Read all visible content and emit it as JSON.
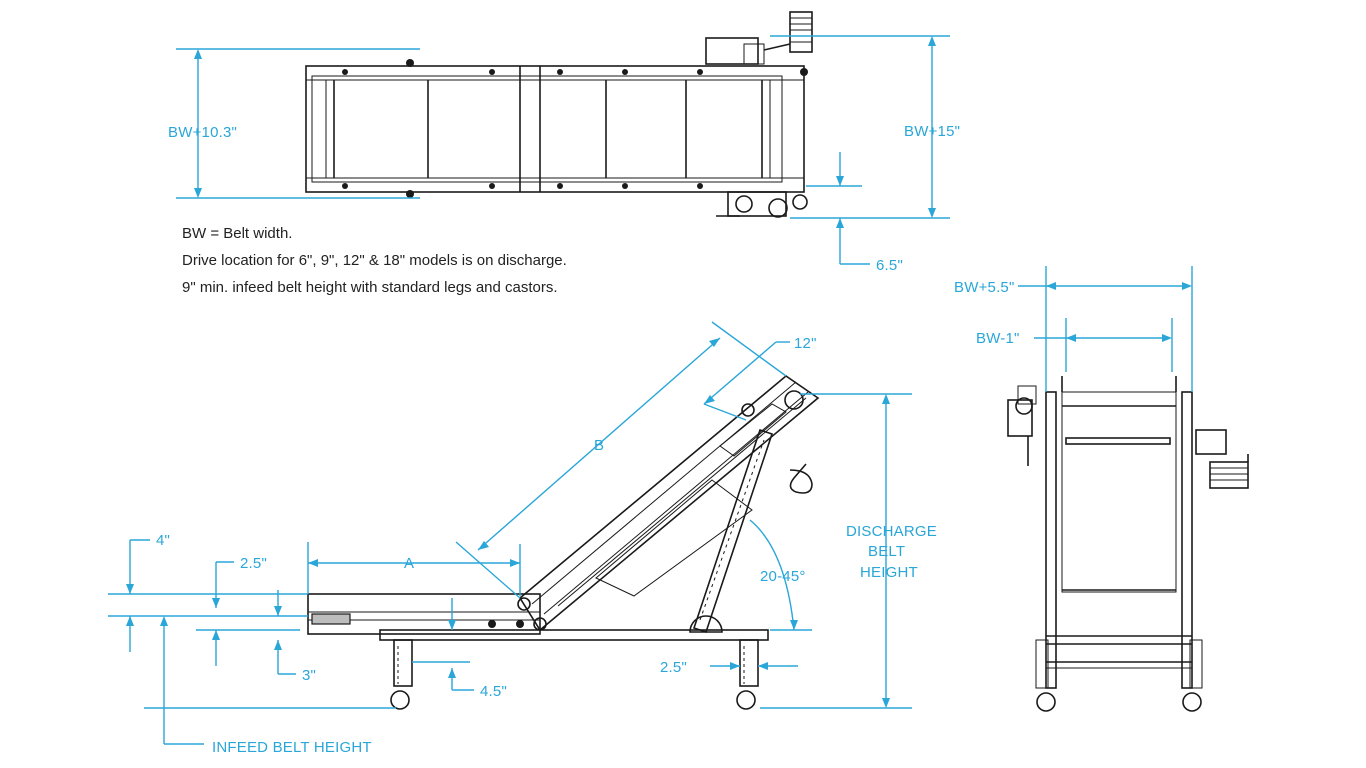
{
  "notes": [
    "BW = Belt width.",
    "Drive location for 6\", 9\", 12\" & 18\" models is on discharge.",
    "9\" min. infeed belt height with standard legs and castors."
  ],
  "dimensions": {
    "bw_10_3": "BW+10.3\"",
    "bw_15": "BW+15\"",
    "d_6_5": "6.5\"",
    "bw_5_5": "BW+5.5\"",
    "bw_1": "BW-1\"",
    "d_12": "12\"",
    "b": "B",
    "a": "A",
    "d_4": "4\"",
    "d_2_5_left": "2.5\"",
    "d_3": "3\"",
    "d_4_5": "4.5\"",
    "d_2_5_right": "2.5\"",
    "angle": "20-45°",
    "discharge_1": "DISCHARGE",
    "discharge_2": "BELT",
    "discharge_3": "HEIGHT",
    "infeed": "INFEED BELT HEIGHT"
  },
  "colors": {
    "dimension": "#2aa6d8",
    "line": "#1a1a1a"
  }
}
